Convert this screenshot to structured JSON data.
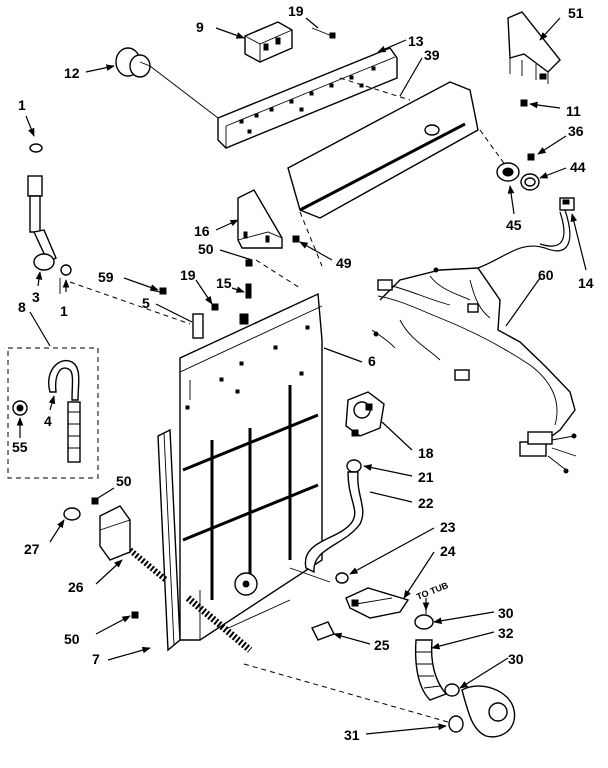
{
  "labels": {
    "p1": "1",
    "p1b": "1",
    "p3": "3",
    "p4": "4",
    "p5": "5",
    "p6": "6",
    "p7": "7",
    "p8": "8",
    "p9": "9",
    "p11": "11",
    "p12": "12",
    "p13": "13",
    "p14": "14",
    "p15": "15",
    "p16": "16",
    "p18": "18",
    "p19": "19",
    "p19b": "19",
    "p21": "21",
    "p22": "22",
    "p23": "23",
    "p24": "24",
    "p25": "25",
    "p26": "26",
    "p27": "27",
    "p30": "30",
    "p30b": "30",
    "p31": "31",
    "p32": "32",
    "p36": "36",
    "p39": "39",
    "p44": "44",
    "p45": "45",
    "p49": "49",
    "p50": "50",
    "p50b": "50",
    "p50c": "50",
    "p51": "51",
    "p55": "55",
    "p59": "59",
    "p60": "60"
  },
  "annotations": {
    "to_tub": "TO TUB"
  }
}
